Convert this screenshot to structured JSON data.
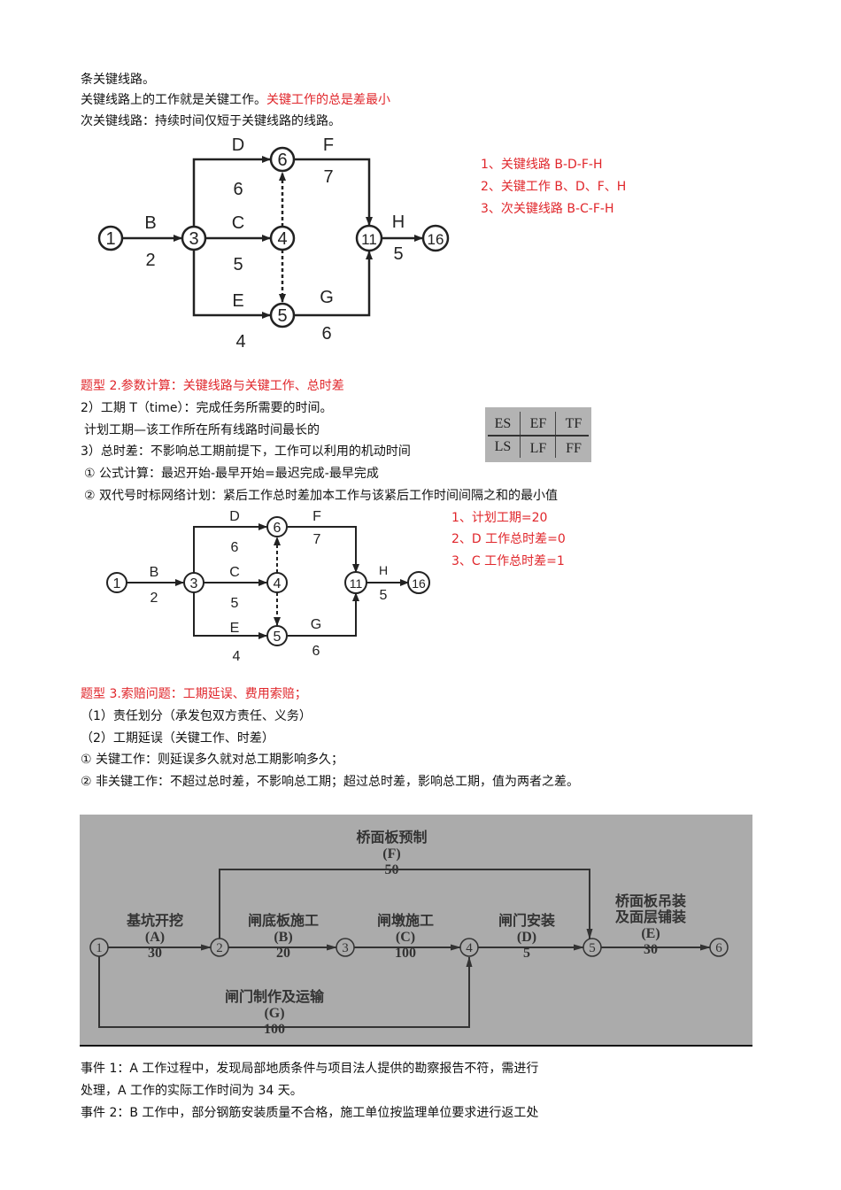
{
  "intro": {
    "line1": "条关键线路。",
    "line2_black": "关键线路上的工作就是关键工作。",
    "line2_red": "关键工作的总是差最小",
    "line3": "次关键线路：持续时间仅短于关键线路的线路。"
  },
  "diagram1": {
    "nodes": [
      "1",
      "3",
      "4",
      "5",
      "6",
      "11",
      "16"
    ],
    "activities": [
      {
        "name": "B",
        "duration": "2"
      },
      {
        "name": "D",
        "duration": "6"
      },
      {
        "name": "C",
        "duration": "5"
      },
      {
        "name": "E",
        "duration": "4"
      },
      {
        "name": "F",
        "duration": "7"
      },
      {
        "name": "G",
        "duration": "6"
      },
      {
        "name": "H",
        "duration": "5"
      }
    ],
    "notes": [
      "1、关键线路 B-D-F-H",
      "2、关键工作 B、D、F、H",
      "3、次关键线路 B-C-F-H"
    ]
  },
  "section2": {
    "title": "题型 2.参数计算：关键线路与关键工作、总时差",
    "lines": [
      "2）工期 T（time）：完成任务所需要的时间。",
      "  计划工期—该工作所在所有线路时间最长的",
      "3）总时差：不影响总工期前提下，工作可以利用的机动时间",
      "  ① 公式计算：最迟开始-最早开始=最迟完成-最早完成",
      "  ② 双代号时标网络计划：紧后工作总时差加本工作与该紧后工作时间间隔之和的最小值"
    ],
    "legend_table": {
      "row1": [
        "ES",
        "EF",
        "TF"
      ],
      "row2": [
        "LS",
        "LF",
        "FF"
      ]
    }
  },
  "diagram2": {
    "nodes": [
      "1",
      "3",
      "4",
      "5",
      "6",
      "11",
      "16"
    ],
    "activities": [
      {
        "name": "B",
        "duration": "2"
      },
      {
        "name": "D",
        "duration": "6"
      },
      {
        "name": "C",
        "duration": "5"
      },
      {
        "name": "E",
        "duration": "4"
      },
      {
        "name": "F",
        "duration": "7"
      },
      {
        "name": "G",
        "duration": "6"
      },
      {
        "name": "H",
        "duration": "5"
      }
    ],
    "notes": [
      "1、计划工期=20",
      "2、D 工作总时差=0",
      "3、C 工作总时差=1"
    ]
  },
  "section3": {
    "title": "题型 3.索赔问题：工期延误、费用索赔；",
    "lines": [
      "（1）责任划分（承发包双方责任、义务）",
      "（2）工期延误（关键工作、时差）",
      "① 关键工作：则延误多久就对总工期影响多久；",
      "② 非关键工作：不超过总时差，不影响总工期；超过总时差，影响总工期，值为两者之差。"
    ]
  },
  "network3": {
    "nodes": [
      "1",
      "2",
      "3",
      "4",
      "5",
      "6"
    ],
    "activities": [
      {
        "label": "基坑开挖",
        "code": "(A)",
        "duration": "30"
      },
      {
        "label": "闸底板施工",
        "code": "(B)",
        "duration": "20"
      },
      {
        "label": "闸墩施工",
        "code": "(C)",
        "duration": "100"
      },
      {
        "label": "闸门安装",
        "code": "(D)",
        "duration": "5"
      },
      {
        "label": "桥面板吊装及面层铺装",
        "label_line1": "桥面板吊装",
        "label_line2": "及面层铺装",
        "code": "(E)",
        "duration": "30"
      },
      {
        "label": "桥面板预制",
        "code": "(F)",
        "duration": "50"
      },
      {
        "label": "闸门制作及运输",
        "code": "(G)",
        "duration": "100"
      }
    ]
  },
  "events": {
    "line1": "事件 1：A 工作过程中，发现局部地质条件与项目法人提供的勘察报告不符，需进行",
    "line2": "处理，A 工作的实际工作时间为 34 天。",
    "line3": "事件 2：B 工作中，部分钢筋安装质量不合格，施工单位按监理单位要求进行返工处"
  },
  "colors": {
    "accent_red": "#e0262b",
    "diagram_gray": "#ababab",
    "table_gray": "#b3b3b3"
  }
}
